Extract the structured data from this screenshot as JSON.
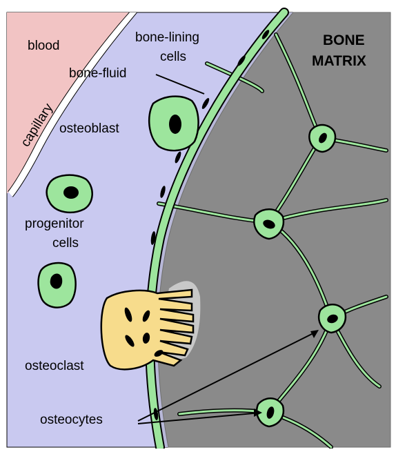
{
  "labels": {
    "blood": "blood",
    "capillary": "capillary",
    "bone_lining_line1": "bone-lining",
    "bone_lining_line2": "cells",
    "bone_fluid": "bone-fluid",
    "bone_matrix_line1": "BONE",
    "bone_matrix_line2": "MATRIX",
    "osteoblast": "osteoblast",
    "progenitor_line1": "progenitor",
    "progenitor_line2": "cells",
    "osteoclast": "osteoclast",
    "osteocytes": "osteocytes"
  },
  "colors": {
    "tissue_fluid": "#c9c9f0",
    "blood": "#f2c4c4",
    "bone_matrix": "#8a8a8a",
    "bone_fluid_lining": "#b8b8d8",
    "cell_green": "#9de59d",
    "osteoclast": "#f7dc8c",
    "nucleus": "#000000"
  }
}
